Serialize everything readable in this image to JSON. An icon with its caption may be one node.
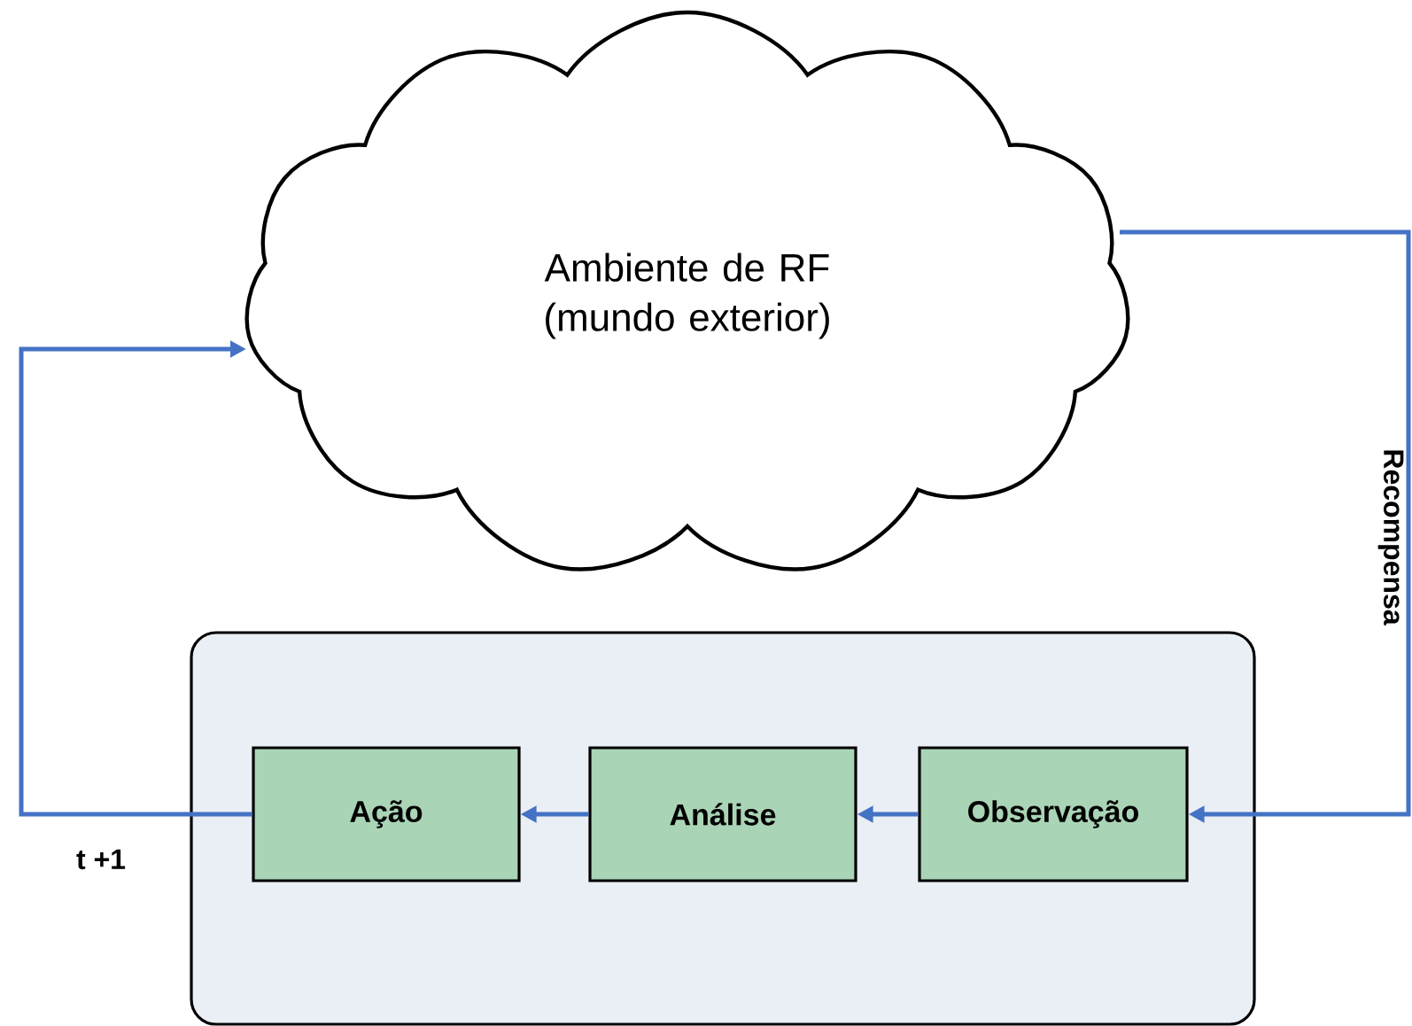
{
  "diagram": {
    "nodes": [
      {
        "text": [
          "Ambiente de RF (mundo exterior)"
        ]
      },
      {
        "text": [],
        "shape": "box"
      },
      {
        "text": [
          "Ação"
        ],
        "in": 1
      },
      {
        "text": [
          "Análise"
        ],
        "in": 1
      },
      {
        "text": [
          "Observação"
        ],
        "in": 1
      }
    ],
    "edges": [
      {
        "from": 0,
        "to": 4,
        "arrow": "to",
        "label": "Recompensa"
      },
      {
        "from": 2,
        "to": 0,
        "arrow": "to",
        "label": "t +1"
      },
      {
        "from": 4,
        "to": 3,
        "arrow": "to"
      },
      {
        "from": 3,
        "to": 2,
        "arrow": "to"
      }
    ]
  }
}
